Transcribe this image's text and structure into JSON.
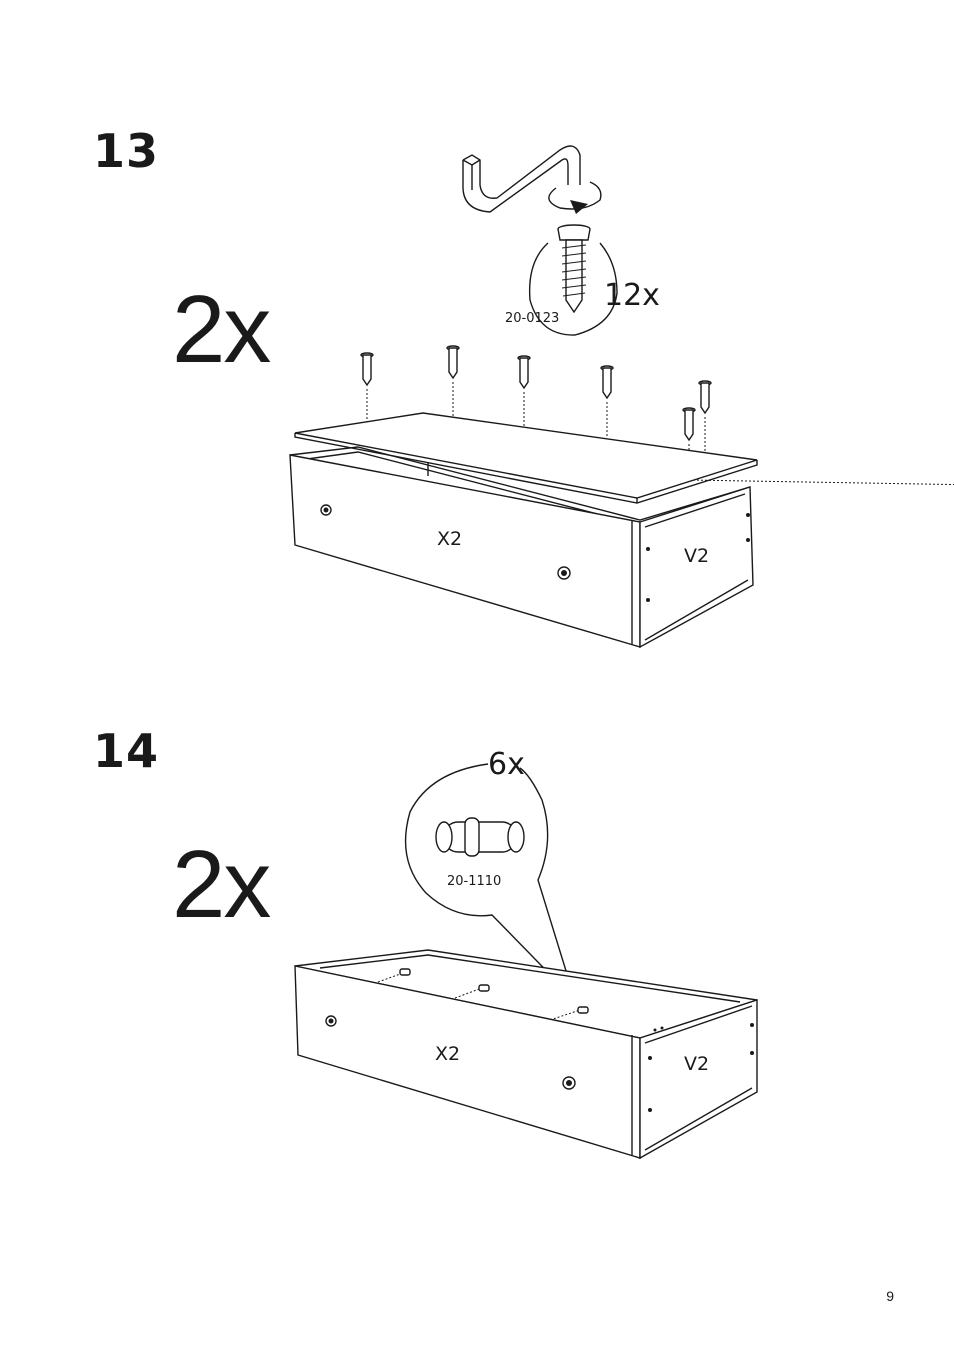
{
  "steps": [
    {
      "number": "13",
      "multiplier": "2x",
      "tool": "hex-key-icon",
      "callout": {
        "quantity": "12x",
        "part_number": "20-0123",
        "icon": "screw-icon"
      },
      "panels": {
        "front": "X2",
        "side": "V2"
      }
    },
    {
      "number": "14",
      "multiplier": "2x",
      "callout": {
        "quantity": "6x",
        "part_number": "20-1110",
        "icon": "dowel-icon"
      },
      "panels": {
        "front": "X2",
        "side": "V2"
      }
    }
  ],
  "page_number": "9"
}
